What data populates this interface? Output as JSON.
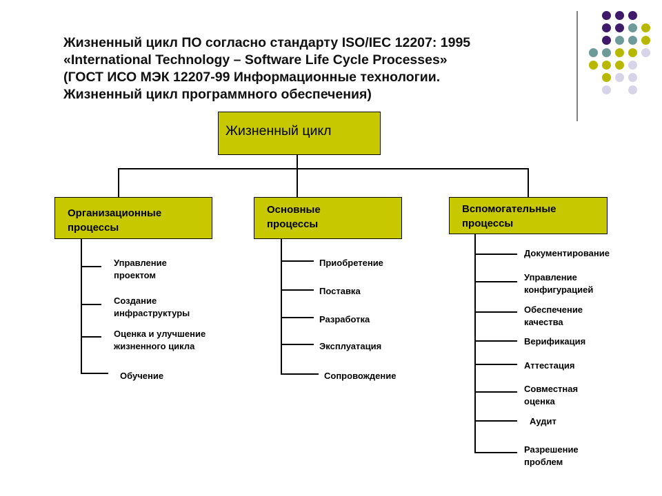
{
  "title": {
    "line1": "Жизненный цикл ПО согласно стандарту ISO/IEC 12207: 1995",
    "line2": "«International Technology – Software Life Cycle Processes»",
    "line3": "(ГОСТ ИСО МЭК 12207-99 Информационные технологии.",
    "line4": "Жизненный цикл программного обеспечения)"
  },
  "colors": {
    "accent": "#c8c800",
    "purple": "#3f1a6b",
    "teal": "#6f9a9a",
    "olive": "#b8b800",
    "lavender": "#d7d4ea"
  },
  "root": {
    "label": "Жизненный цикл"
  },
  "categories": [
    {
      "line1": "Организационные",
      "line2": "процессы",
      "items": [
        {
          "line1": "Управление",
          "line2": "проектом"
        },
        {
          "line1": "Создание",
          "line2": "инфраструктуры"
        },
        {
          "line1": "Оценка и улучшение",
          "line2": "жизненного цикла"
        },
        {
          "line1": "Обучение",
          "line2": ""
        }
      ]
    },
    {
      "line1": "Основные",
      "line2": "процессы",
      "items": [
        {
          "line1": "Приобретение",
          "line2": ""
        },
        {
          "line1": "Поставка",
          "line2": ""
        },
        {
          "line1": "Разработка",
          "line2": ""
        },
        {
          "line1": "Эксплуатация",
          "line2": ""
        },
        {
          "line1": "Сопровождение",
          "line2": ""
        }
      ]
    },
    {
      "line1": "Вспомогательные",
      "line2": "процессы",
      "items": [
        {
          "line1": "Документирование",
          "line2": ""
        },
        {
          "line1": "Управление",
          "line2": "конфигурацией"
        },
        {
          "line1": "Обеспечение",
          "line2": "качества"
        },
        {
          "line1": "Верификация",
          "line2": ""
        },
        {
          "line1": "Аттестация",
          "line2": ""
        },
        {
          "line1": "Совместная",
          "line2": "оценка"
        },
        {
          "line1": "Аудит",
          "line2": ""
        },
        {
          "line1": "Разрешение",
          "line2": "проблем"
        }
      ]
    }
  ]
}
